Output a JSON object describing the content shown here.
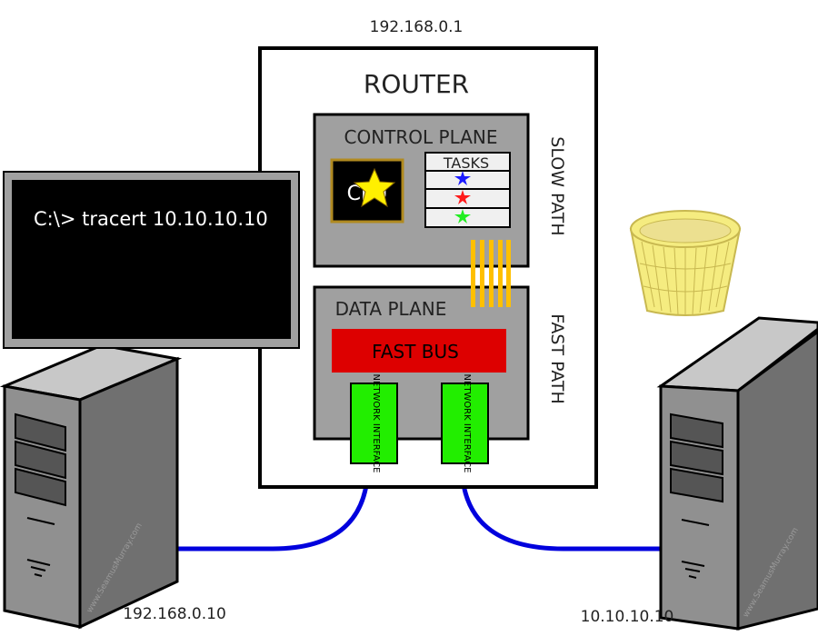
{
  "router": {
    "ip": "192.168.0.1",
    "title": "ROUTER",
    "control_plane": {
      "label": "CONTROL PLANE",
      "cpu_label": "CPU",
      "tasks_label": "TASKS",
      "task_star_colors": [
        "#1a1aff",
        "#ff1a1a",
        "#22ee22"
      ]
    },
    "data_plane": {
      "label": "DATA PLANE",
      "fast_bus_label": "FAST BUS",
      "interfaces": [
        "NETWORK INTERFACE",
        "NETWORK INTERFACE"
      ]
    },
    "slow_path_label": "SLOW PATH",
    "fast_path_label": "FAST PATH"
  },
  "terminal": {
    "command": "C:\\> tracert 10.10.10.10"
  },
  "hosts": {
    "left": {
      "ip": "192.168.0.10",
      "watermark": "www.SeamusMurray.com"
    },
    "right": {
      "ip": "10.10.10.10",
      "watermark": "www.SeamusMurray.com"
    }
  },
  "colors": {
    "cable": "#0000dd",
    "interface": "#22ee00",
    "fast_bus": "#dd0000",
    "slow_bus": "#ffc000",
    "trash": "#f5ec80"
  }
}
